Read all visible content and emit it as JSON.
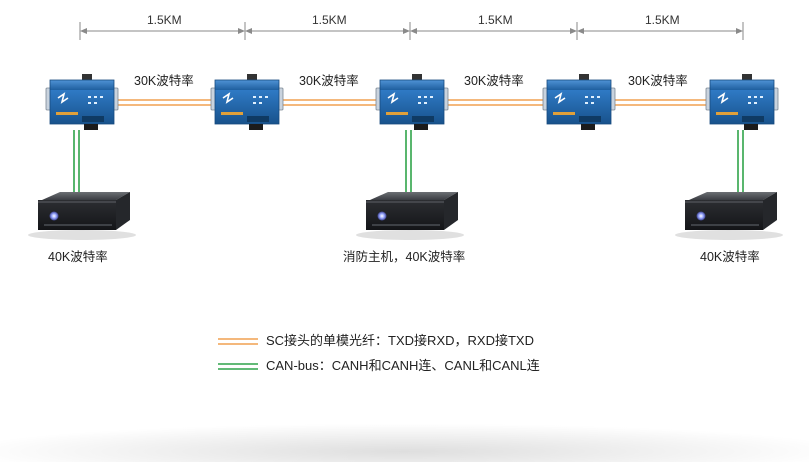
{
  "distances": [
    "1.5KM",
    "1.5KM",
    "1.5KM",
    "1.5KM"
  ],
  "fiber_links": [
    "30K波特率",
    "30K波特率",
    "30K波特率",
    "30K波特率"
  ],
  "hosts": [
    "40K波特率",
    "消防主机，40K波特率",
    "40K波特率"
  ],
  "legend": {
    "fiber": "SC接头的单模光纤：TXD接RXD，RXD接TXD",
    "can": "CAN-bus：CANH和CANH连、CANL和CANL连"
  },
  "colors": {
    "fiber": "#f0a050",
    "can": "#2fa34a",
    "device": "#2a72bd",
    "host": "#303236",
    "arrow": "#8a8a8a"
  }
}
